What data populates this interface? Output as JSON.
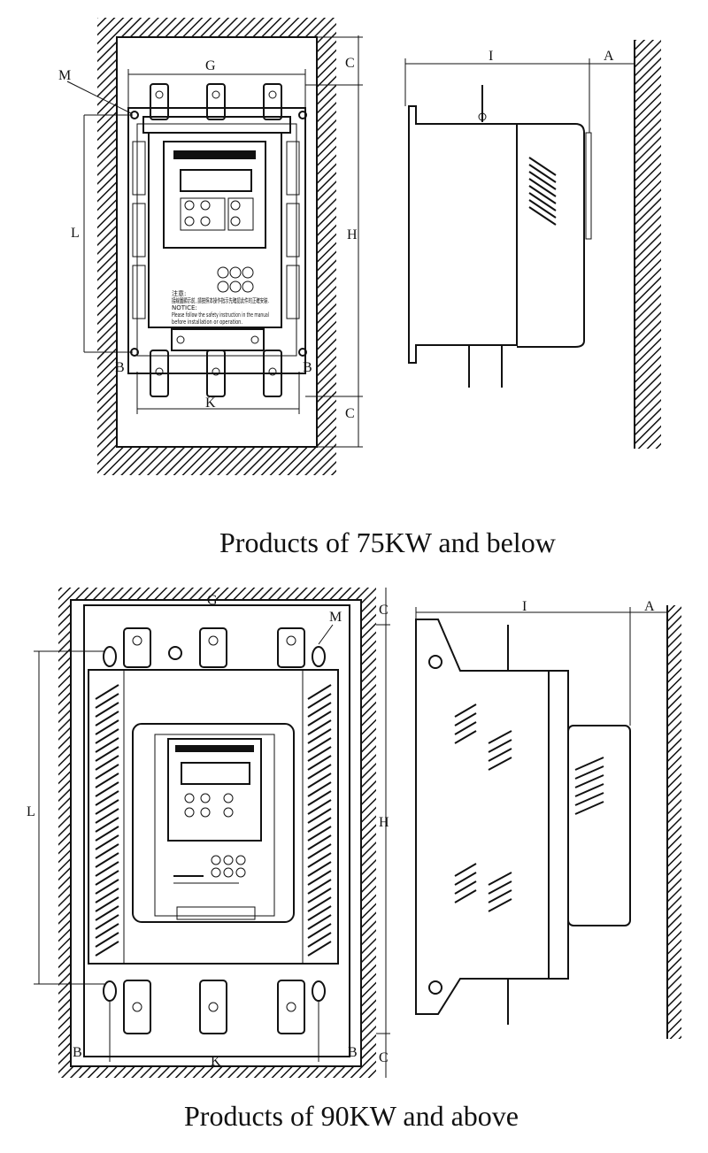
{
  "top": {
    "caption": "Products of 75KW and below",
    "dims": {
      "G": "G",
      "M": "M",
      "C_top": "C",
      "C_bottom": "C",
      "H": "H",
      "L": "L",
      "K": "K",
      "B_left": "B",
      "B_right": "B",
      "I": "I",
      "A": "A"
    },
    "panel_text": {
      "line1": "注意:",
      "line2": "接線圖顯示前, 請按照本操作指示先確認此件的正確安裝.",
      "line3": "NOTICE:",
      "line4": "Please follow the safety instruction in the manual",
      "line5": "before installation or operation."
    }
  },
  "bottom": {
    "caption": "Products of 90KW and above",
    "dims": {
      "G": "G",
      "M": "M",
      "C_top": "C",
      "C_bottom": "C",
      "H": "H",
      "L": "L",
      "K": "K",
      "B_left": "B",
      "B_right": "B",
      "I": "I",
      "A": "A"
    }
  }
}
